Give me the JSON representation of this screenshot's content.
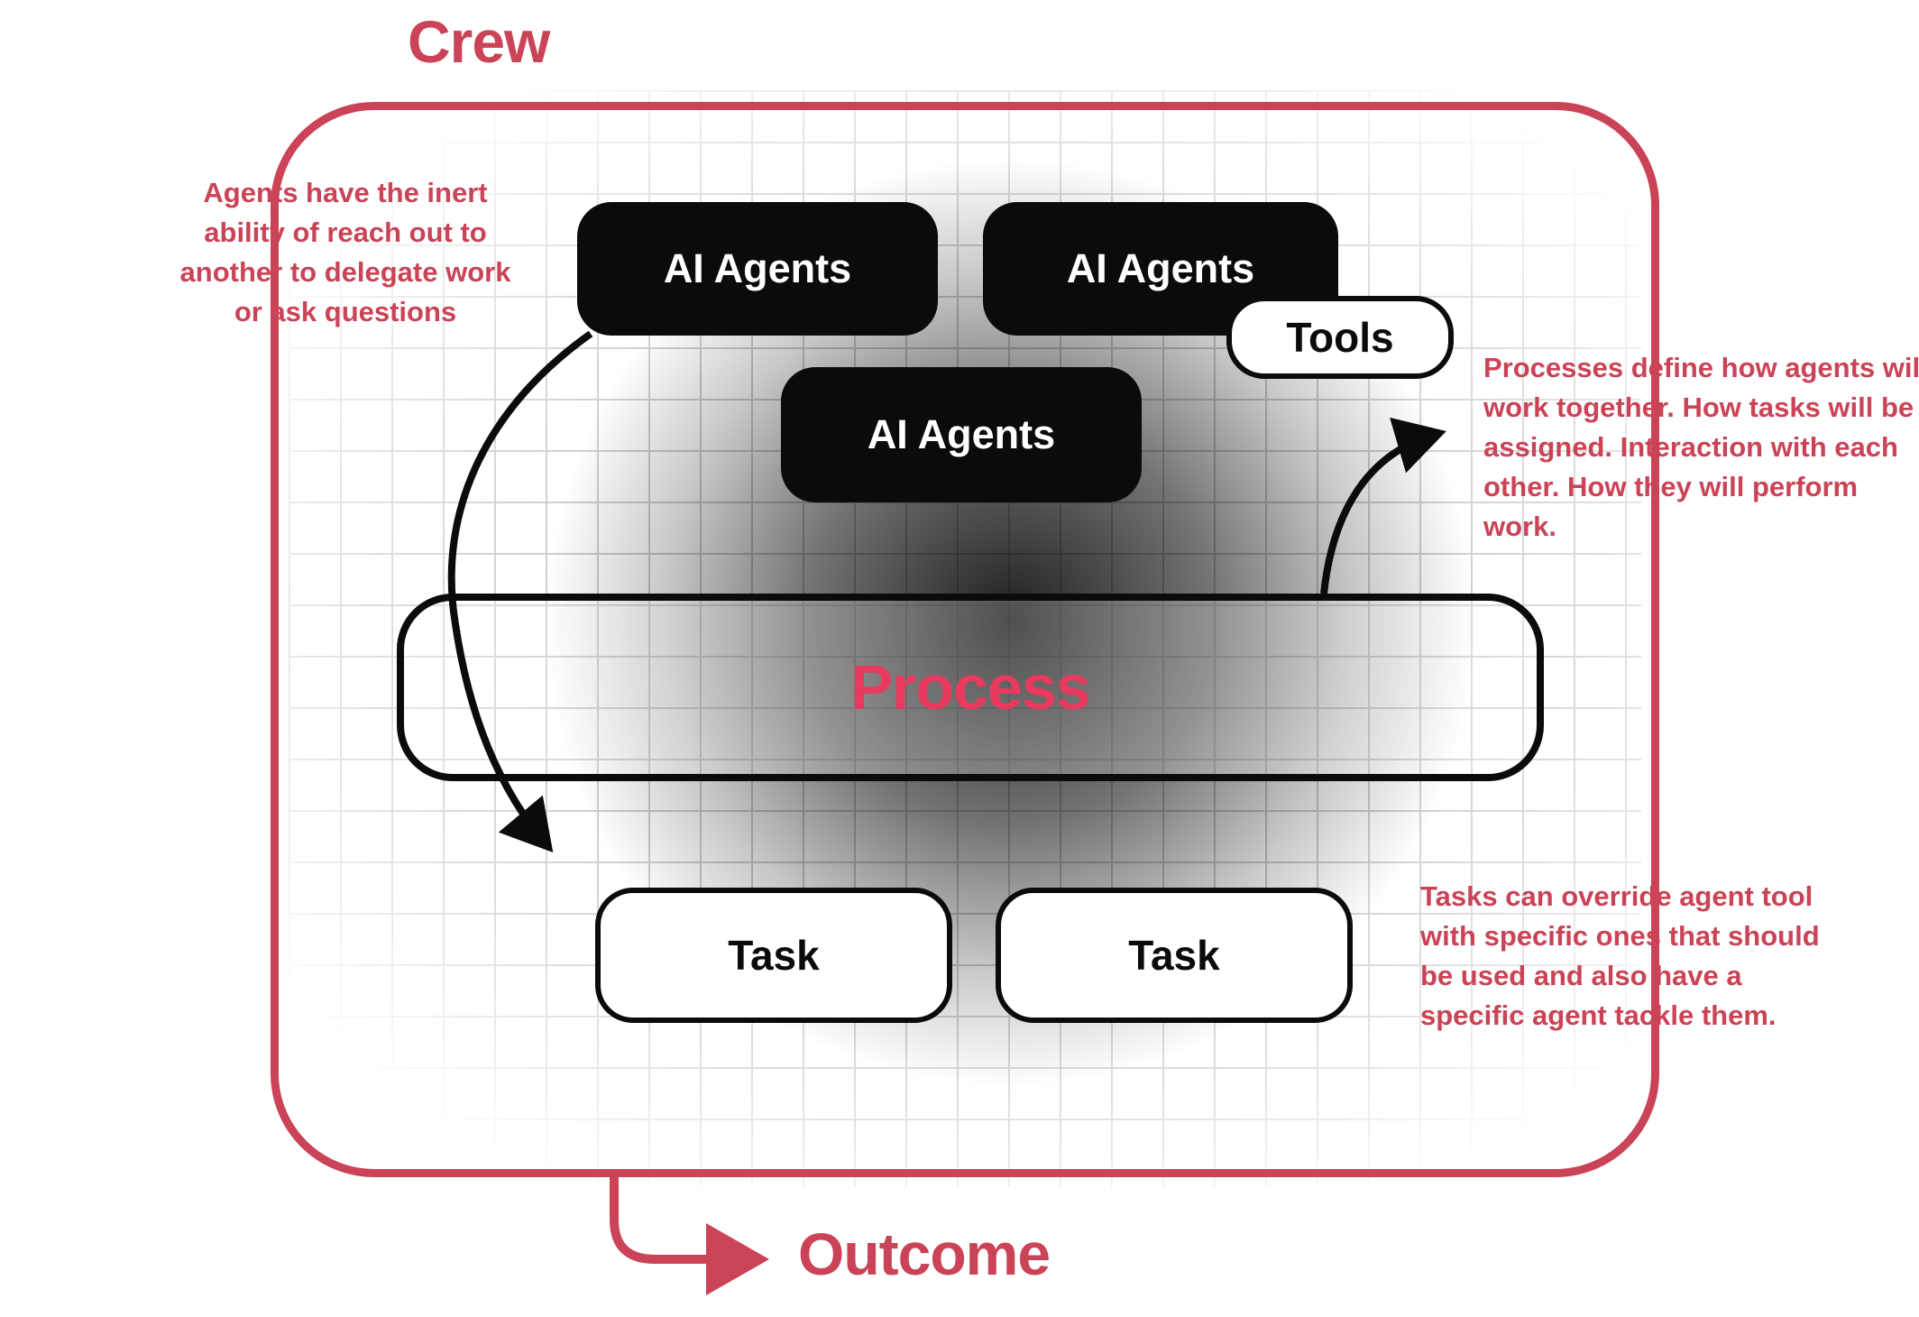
{
  "diagram": {
    "title": "Crew",
    "outcome_label": "Outcome",
    "agents": [
      "AI Agents",
      "AI Agents",
      "AI Agents"
    ],
    "tools_label": "Tools",
    "process_label": "Process",
    "tasks": [
      "Task",
      "Task"
    ],
    "annotations": {
      "left": "Agents have the inert ability of reach out to another to delegate work or ask questions",
      "right_top": "Processes define how agents will work together. How tasks will be assigned. Interaction with each other. How they will perform work.",
      "right_bottom": "Tasks can override agent tool with specific ones that should be used and also have a specific agent tackle them."
    },
    "colors": {
      "accent": "#ca4356",
      "process_text": "#e73a5e",
      "node_fill": "#0b0b0b",
      "grid_line": "#cdcdcd"
    }
  }
}
